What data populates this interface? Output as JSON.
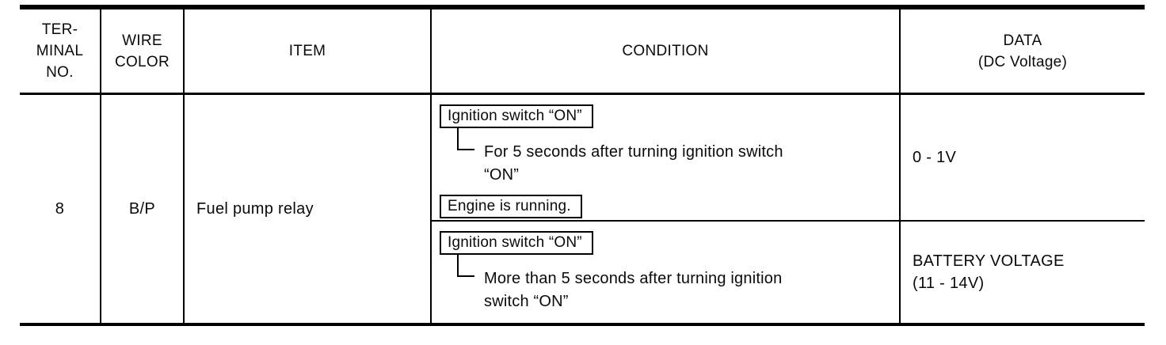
{
  "page": {
    "background_color": "#ffffff",
    "ink_color": "#000000"
  },
  "table": {
    "headers": [
      {
        "id": "terminal-no",
        "label": "TER-\nMINAL\nNO."
      },
      {
        "id": "wire-color",
        "label": "WIRE\nCOLOR"
      },
      {
        "id": "item",
        "label": "ITEM"
      },
      {
        "id": "condition",
        "label": "CONDITION"
      },
      {
        "id": "data",
        "label": "DATA\n(DC Voltage)"
      }
    ],
    "row": {
      "terminal_no": "8",
      "wire_color": "B/P",
      "item": "Fuel pump relay",
      "sub_rows": [
        {
          "condition": {
            "primary_box": "Ignition switch “ON”",
            "branch_detail": "For 5 seconds after turning ignition switch\n“ON”",
            "secondary_box": "Engine is running."
          },
          "data_value": "0 - 1V"
        },
        {
          "condition": {
            "primary_box": "Ignition switch “ON”",
            "branch_detail": "More than 5 seconds after turning ignition\nswitch “ON”"
          },
          "data_value": "BATTERY VOLTAGE\n(11 - 14V)"
        }
      ]
    }
  }
}
